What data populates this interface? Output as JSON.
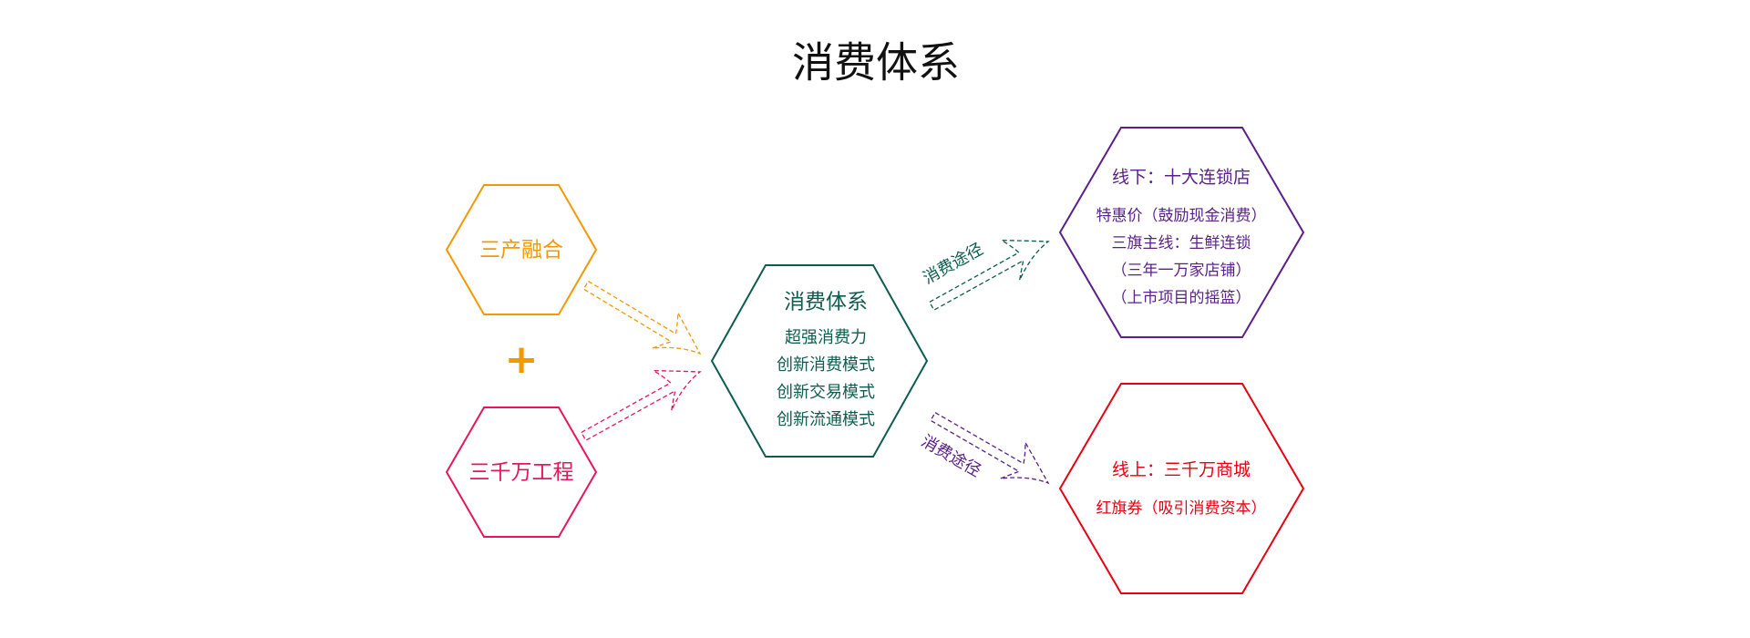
{
  "title": "消费体系",
  "colors": {
    "orange": "#f39800",
    "pink": "#e5175a",
    "teal": "#0e5c4f",
    "purple": "#5a1f8a",
    "red": "#e60012",
    "title": "#111111"
  },
  "inputs": [
    {
      "label": "三产融合"
    },
    {
      "label": "三千万工程"
    }
  ],
  "plus_sign": "+",
  "center": {
    "title": "消费体系",
    "lines": [
      "超强消费力",
      "创新消费模式",
      "创新交易模式",
      "创新流通模式"
    ]
  },
  "path_label": "消费途径",
  "offline": {
    "title": "线下：十大连锁店",
    "lines": [
      "特惠价（鼓励现金消费）",
      "三旗主线：生鲜连锁",
      "（三年一万家店铺）",
      "（上市项目的摇篮）"
    ]
  },
  "online": {
    "title": "线上：三千万商城",
    "lines": [
      "红旗券（吸引消费资本）"
    ]
  }
}
